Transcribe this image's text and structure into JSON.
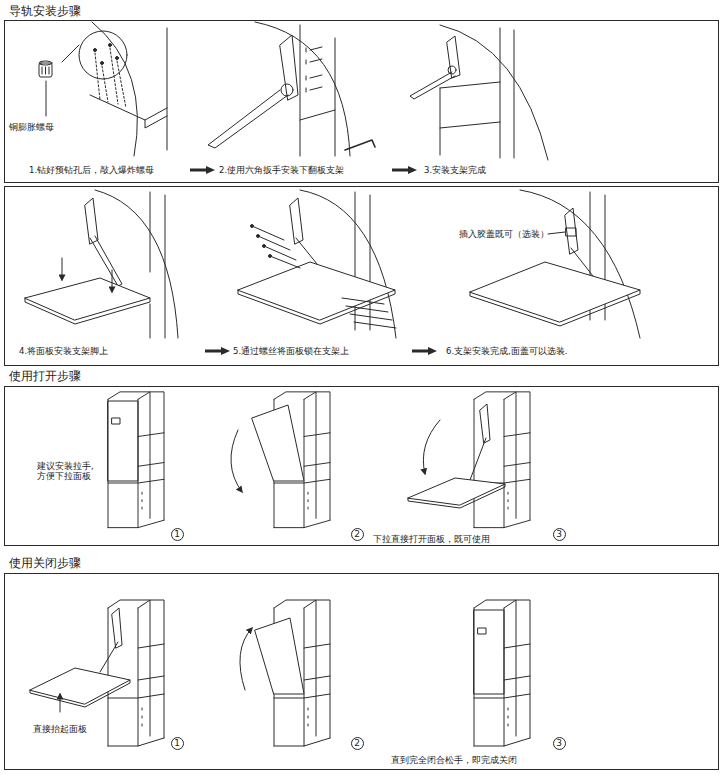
{
  "diagram": {
    "nodes": [
      {
        "text": [
          "导轨安装步骤",
          "铜膨胀螺母",
          "1.钻好预钻孔后，敲入爆炸螺母",
          "2.使用六角扳手安装下翻板支架",
          "3.安装支架完成"
        ]
      },
      {
        "text": [
          "插入胶盖既可（选装）",
          "4.将面板安装支架脚上",
          "5.通过螺丝将面板锁在支架上",
          "6.支架安装完成,面盖可以选装."
        ]
      },
      {
        "text": [
          "使用打开步骤",
          "建议安装拉手, 方便下拉面板",
          "下拉直接打开面板，既可使用"
        ]
      },
      {
        "text": [
          "1"
        ],
        "in": 2
      },
      {
        "text": [
          "2"
        ],
        "in": 2
      },
      {
        "text": [
          "3"
        ],
        "in": 2
      },
      {
        "text": [
          "使用关闭步骤",
          "直接抬起面板",
          "直到完全闭合松手，即完成关闭"
        ]
      },
      {
        "text": [
          "1"
        ],
        "in": 6
      },
      {
        "text": [
          "2"
        ],
        "in": 6
      },
      {
        "text": [
          "3"
        ],
        "in": 6
      }
    ]
  }
}
